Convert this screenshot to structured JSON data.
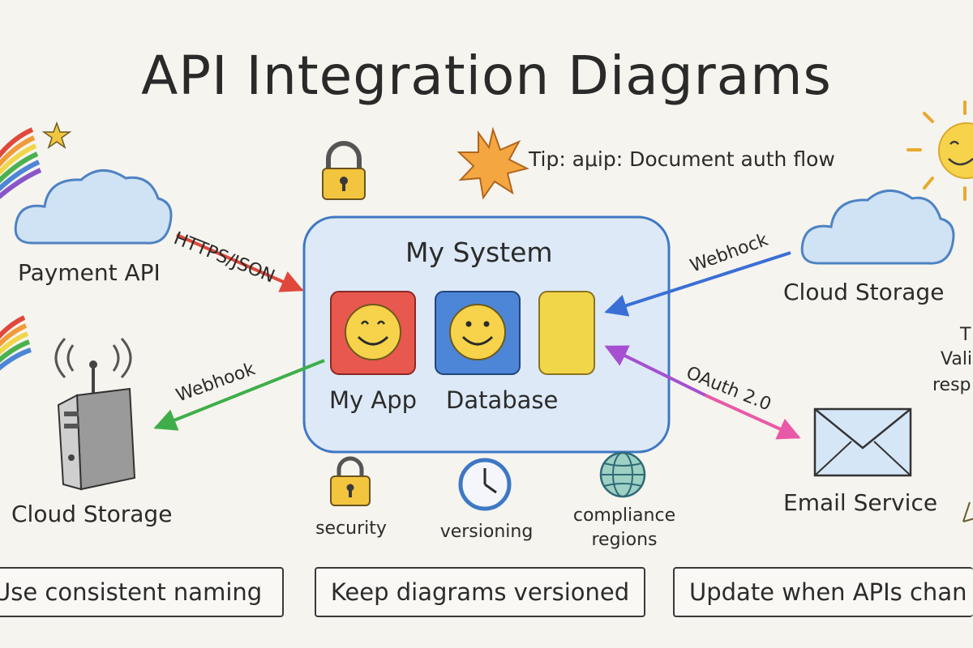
{
  "title": "API Integration Diagrams",
  "tip": "Tip: aμip: Document auth flow",
  "system": {
    "label": "My System",
    "components": [
      {
        "label": "My App",
        "icon": "smiley-icon",
        "color": "#e8584e"
      },
      {
        "label": "Database",
        "icon": "smiley-icon",
        "color": "#4d86d6"
      },
      {
        "label": "",
        "icon": "yellow-block",
        "color": "#f2d64a"
      }
    ]
  },
  "nodes": {
    "payment_api": "Payment API",
    "cloud_storage_right": "Cloud Storage",
    "cloud_storage_left": "Cloud Storage",
    "email_service": "Email Service"
  },
  "connections": {
    "https_json": "HTTPS/JSON",
    "webhook_right": "Webhock",
    "webhook_left": "Webhook",
    "oauth": "OAuth 2.0"
  },
  "icons_row": {
    "security": "security",
    "versioning": "versioning",
    "compliance": "compliance regions"
  },
  "right_edge_note": [
    "T",
    "Vali",
    "resp"
  ],
  "tips_boxes": [
    "Use consistent naming",
    "Keep diagrams versioned",
    "Update when APIs chan"
  ],
  "colors": {
    "red_arrow": "#e0483c",
    "blue_arrow": "#3a6fd6",
    "green_arrow": "#3fae4a",
    "purple_arrow": "#a64fd0",
    "pink_arrow": "#e85aa8"
  }
}
